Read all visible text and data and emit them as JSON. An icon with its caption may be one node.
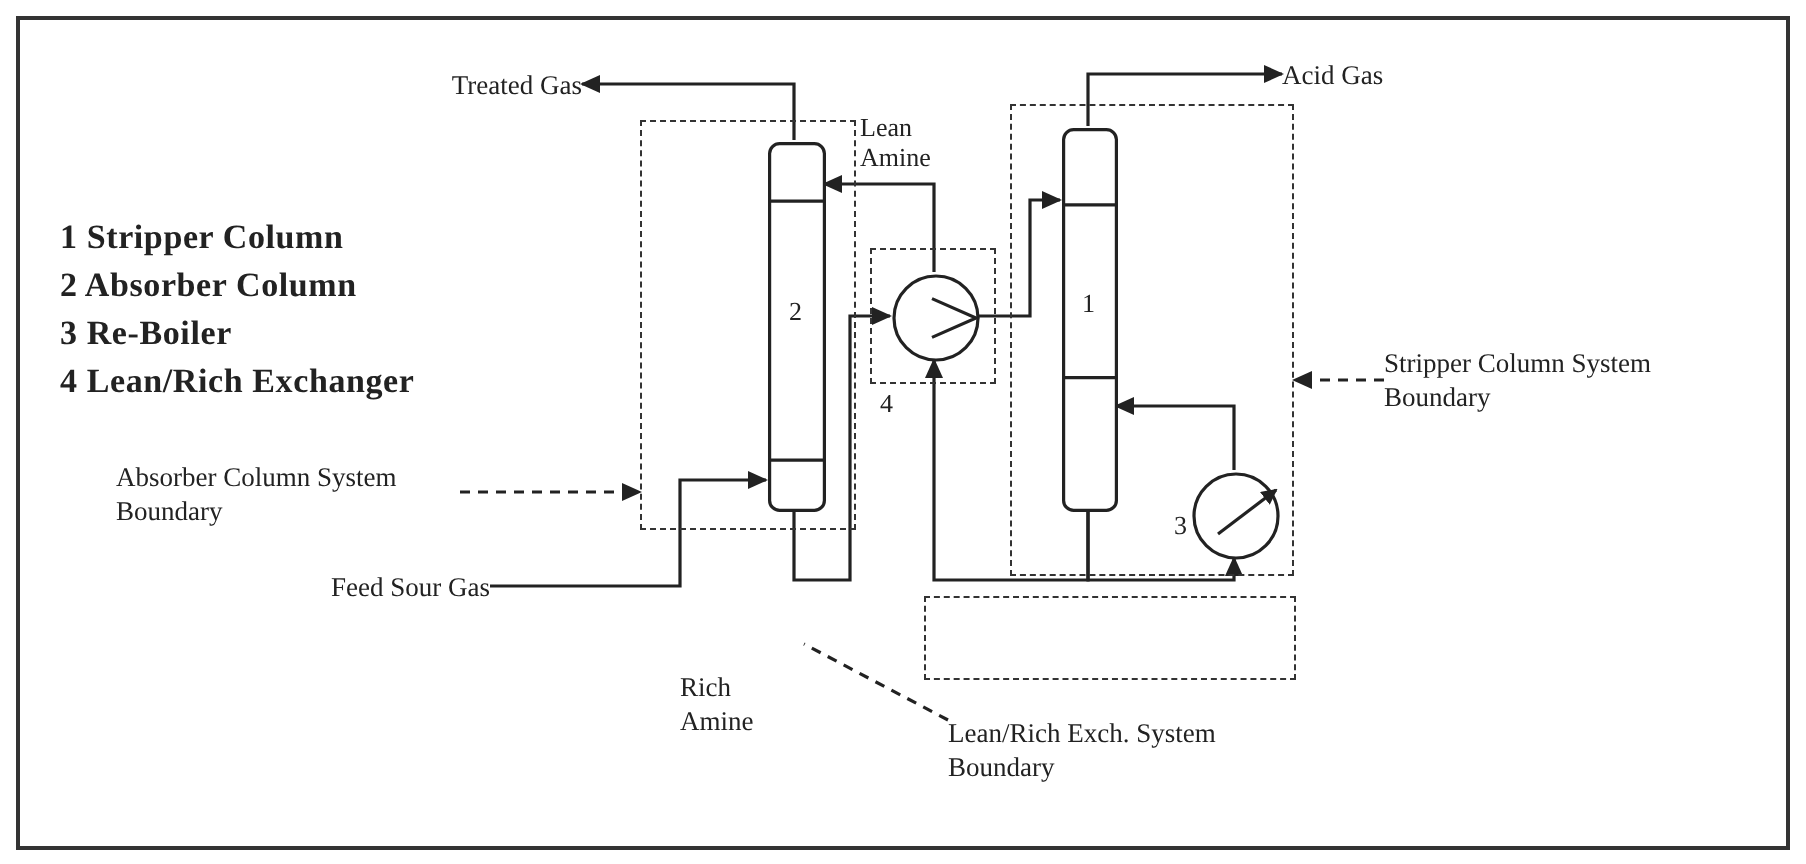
{
  "diagram": {
    "nodes": [
      {
        "text": [],
        "shape": "box"
      },
      {
        "text": [
          "2"
        ],
        "in": 0
      },
      {
        "text": [],
        "shape": "box"
      },
      {
        "text": [],
        "shape": "circle",
        "in": 2,
        "beside": [
          "4"
        ]
      },
      {
        "text": [],
        "shape": "box"
      },
      {
        "text": [
          "1"
        ],
        "in": 4
      },
      {
        "text": [
          "3"
        ],
        "in": 4
      },
      {
        "text": [],
        "shape": "box"
      },
      {
        "text": [
          "Treated Gas"
        ]
      },
      {
        "text": [
          "Acid Gas"
        ]
      },
      {
        "text": [
          "Feed Sour Gas"
        ]
      },
      {
        "text": [
          "Absorber Column System Boundary"
        ]
      },
      {
        "text": [
          "Stripper Column System Boundary"
        ]
      },
      {
        "text": [
          "Lean/Rich Exch. System Boundary"
        ]
      }
    ],
    "edges": [
      {
        "from": 1,
        "to": 8,
        "arrow": "to"
      },
      {
        "from": 3,
        "to": 1,
        "arrow": "to",
        "label": "Lean Amine"
      },
      {
        "from": 1,
        "to": 3,
        "arrow": "to"
      },
      {
        "from": 3,
        "to": 5,
        "arrow": "to"
      },
      {
        "from": 5,
        "to": 9,
        "arrow": "to"
      },
      {
        "from": 5,
        "to": 6,
        "arrow": "to"
      },
      {
        "from": 6,
        "to": 5,
        "arrow": "to"
      },
      {
        "from": 5,
        "to": 3,
        "arrow": "to"
      },
      {
        "from": 10,
        "to": 1,
        "arrow": "to"
      },
      {
        "from": 11,
        "to": 0,
        "arrow": "to",
        "style": "dashed"
      },
      {
        "from": 12,
        "to": 4,
        "arrow": "to",
        "style": "dashed"
      },
      {
        "from": 13,
        "to": null,
        "arrow": "none",
        "style": "dashed"
      }
    ],
    "labels": [
      "1 Stripper Column",
      "2 Absorber Column",
      "3 Re-Boiler",
      "4 Lean/Rich Exchanger",
      "Rich Amine"
    ]
  }
}
